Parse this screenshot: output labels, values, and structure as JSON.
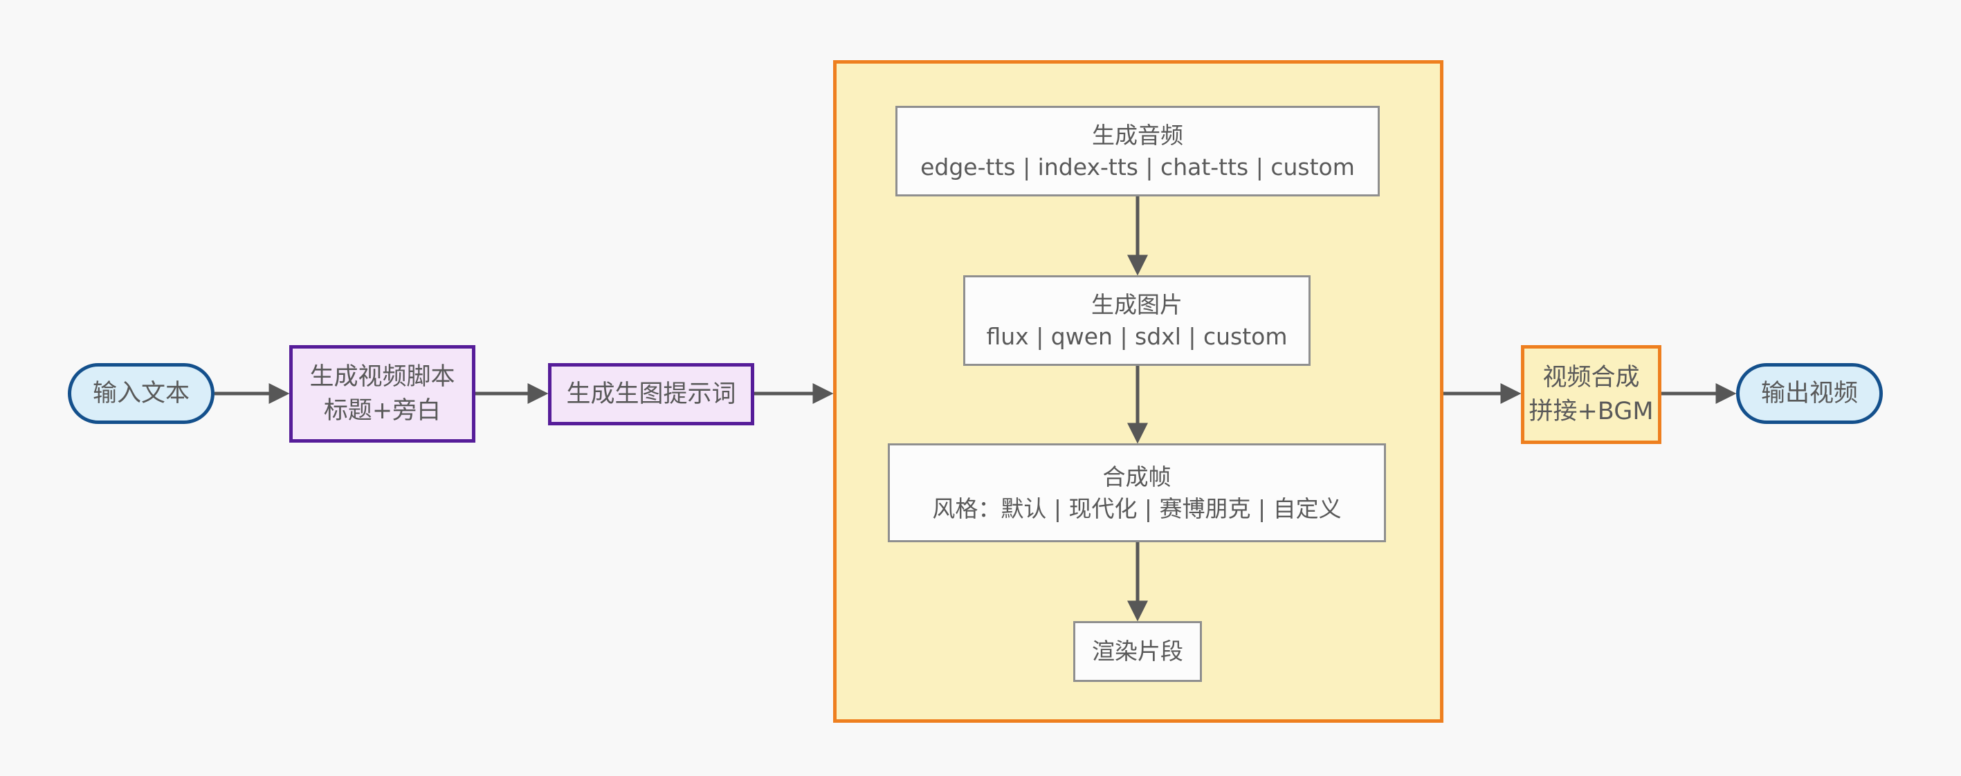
{
  "diagram": {
    "nodes": {
      "input": {
        "label": "输入文本"
      },
      "script": {
        "line1": "生成视频脚本",
        "line2": "标题+旁白"
      },
      "prompt": {
        "label": "生成生图提示词"
      },
      "audio": {
        "title": "生成音频",
        "options": "edge-tts | index-tts | chat-tts | custom"
      },
      "image": {
        "title": "生成图片",
        "options": "flux | qwen | sdxl | custom"
      },
      "frames": {
        "title": "合成帧",
        "options": "风格：默认 | 现代化 | 赛博朋克 | 自定义"
      },
      "render": {
        "label": "渲染片段"
      },
      "compose": {
        "line1": "视频合成",
        "line2": "拼接+BGM"
      },
      "output": {
        "label": "输出视频"
      }
    },
    "colors": {
      "background": "#f8f8f8",
      "terminal_fill": "#daeef9",
      "terminal_border": "#14508c",
      "process_fill": "#f4e6f9",
      "process_border": "#561d99",
      "group_fill": "#fbf1bf",
      "group_border": "#ee7f1f",
      "step_fill": "#fcfcfc",
      "step_border": "#8f8f8f",
      "arrow": "#575757",
      "text": "#595959"
    }
  }
}
